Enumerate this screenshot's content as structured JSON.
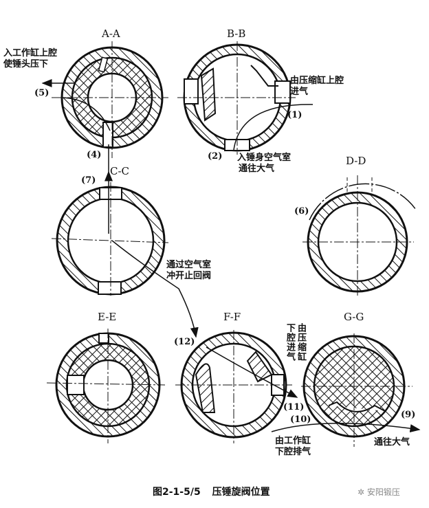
{
  "figure": {
    "caption_number": "图2-1-5/5",
    "caption_title": "压锤旋阀位置",
    "watermark": "安阳锻压"
  },
  "sections": [
    {
      "id": "A-A",
      "label": "A-A"
    },
    {
      "id": "B-B",
      "label": "B-B"
    },
    {
      "id": "C-C",
      "label": "C-C"
    },
    {
      "id": "D-D",
      "label": "D-D"
    },
    {
      "id": "E-E",
      "label": "E-E"
    },
    {
      "id": "F-F",
      "label": "F-F"
    },
    {
      "id": "G-G",
      "label": "G-G"
    }
  ],
  "ports": {
    "p1": "(1)",
    "p2": "(2)",
    "p4": "(4)",
    "p5": "(5)",
    "p6": "(6)",
    "p7": "(7)",
    "p9": "(9)",
    "p10": "(10)",
    "p11": "(11)",
    "p12": "(12)"
  },
  "annotations": {
    "aa_line1": "入工作缸上腔",
    "aa_line2": "使锤头压下",
    "bb_line1": "由压缩缸上腔",
    "bb_line2": "进气",
    "bb2_line1": "入锤身空气室",
    "bb2_line2": "通往大气",
    "cc_line1": "通过空气室",
    "cc_line2": "冲开止回阀",
    "ff_vertical_right": "由压缩缸",
    "ff_vertical_left": "下腔进气",
    "gg_left_line1": "由工作缸",
    "gg_left_line2": "下腔排气",
    "gg_right": "通往大气"
  }
}
